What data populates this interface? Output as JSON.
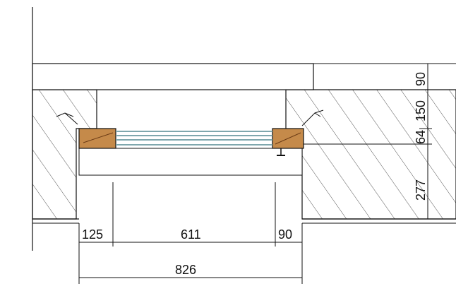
{
  "drawing": {
    "dimensions": {
      "left_offset": "125",
      "glass_width": "611",
      "right_offset": "90",
      "total_width": "826",
      "vertical_1": "90",
      "vertical_2": "150",
      "vertical_3": "64",
      "vertical_4": "277"
    },
    "colors": {
      "line": "#111111",
      "glass": "#7fa7ad",
      "wood": "#c58a4a",
      "hatch": "#555555"
    }
  }
}
